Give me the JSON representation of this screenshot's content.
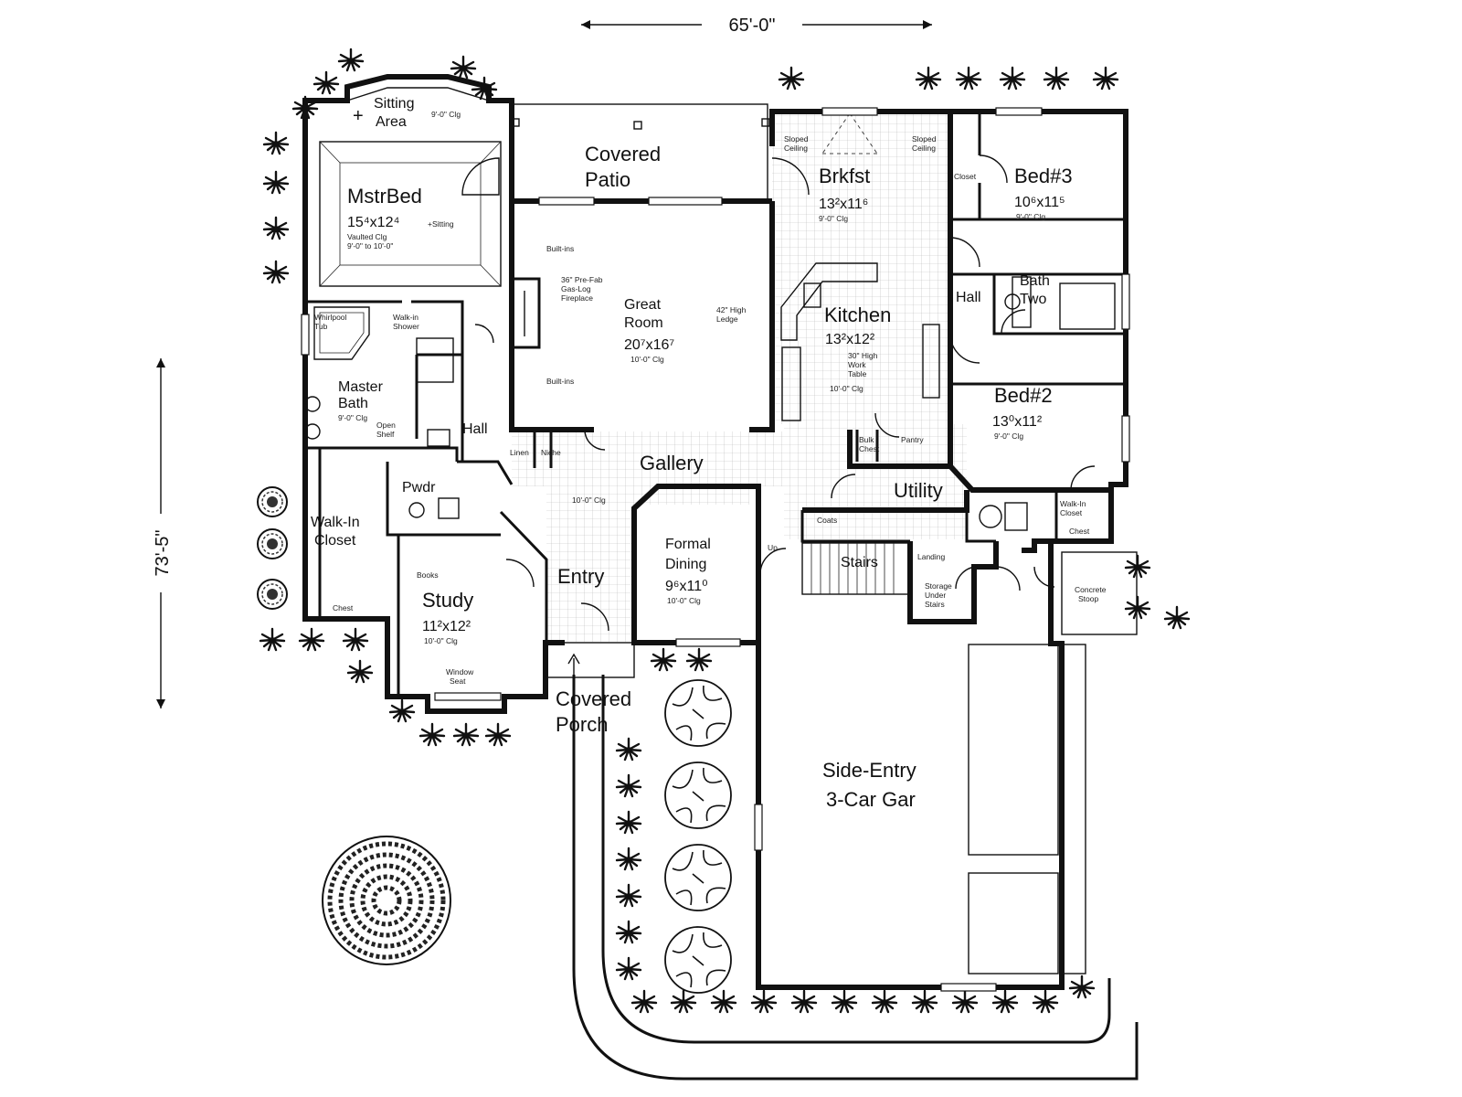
{
  "dimensions": {
    "overall_width": "65'-0\"",
    "overall_depth": "73'-5\""
  },
  "rooms": {
    "sitting_area": {
      "name_line1": "Sitting",
      "name_line2": "Area",
      "ceiling": "9'-0\" Clg"
    },
    "covered_patio": {
      "name_line1": "Covered",
      "name_line2": "Patio"
    },
    "master_bed": {
      "name": "MstrBed",
      "size": "15⁴x12⁴",
      "size_note": "+Sitting",
      "ceiling_line1": "Vaulted Clg",
      "ceiling_line2": "9'-0\" to 10'-0\""
    },
    "brkfst": {
      "name": "Brkfst",
      "size": "13²x11⁶",
      "ceiling": "9'-0\" Clg"
    },
    "bed3": {
      "name": "Bed#3",
      "size": "10⁶x11⁵",
      "ceiling": "9'-0\" Clg"
    },
    "great_room": {
      "name_line1": "Great",
      "name_line2": "Room",
      "size": "20⁷x16⁷",
      "ceiling": "10'-0\" Clg"
    },
    "kitchen": {
      "name": "Kitchen",
      "size": "13²x12²",
      "note_line1": "30\" High",
      "note_line2": "Work",
      "note_line3": "Table",
      "ceiling": "10'-0\" Clg"
    },
    "hall_right": {
      "name": "Hall"
    },
    "bath_two": {
      "name_line1": "Bath",
      "name_line2": "Two"
    },
    "bed2": {
      "name": "Bed#2",
      "size": "13⁰x11²",
      "ceiling": "9'-0\" Clg"
    },
    "master_bath": {
      "name_line1": "Master",
      "name_line2": "Bath",
      "ceiling": "9'-0\" Clg"
    },
    "hall_left": {
      "name": "Hall"
    },
    "gallery": {
      "name": "Gallery",
      "ceiling": "10'-0\" Clg"
    },
    "utility": {
      "name": "Utility"
    },
    "pwdr": {
      "name": "Pwdr"
    },
    "walk_in_closet": {
      "name_line1": "Walk-In",
      "name_line2": "Closet"
    },
    "study": {
      "name": "Study",
      "size": "11²x12²",
      "ceiling": "10'-0\" Clg"
    },
    "entry": {
      "name": "Entry"
    },
    "formal_dining": {
      "name_line1": "Formal",
      "name_line2": "Dining",
      "size": "9⁶x11⁰",
      "ceiling": "10'-0\" Clg"
    },
    "stairs": {
      "name": "Stairs"
    },
    "covered_porch": {
      "name_line1": "Covered",
      "name_line2": "Porch"
    },
    "garage": {
      "name_line1": "Side-Entry",
      "name_line2": "3-Car Gar"
    }
  },
  "notes": {
    "built_ins_top": "Built-ins",
    "built_ins_bottom": "Built-ins",
    "fireplace_line1": "36\" Pre-Fab",
    "fireplace_line2": "Gas-Log",
    "fireplace_line3": "Fireplace",
    "ledge_line1": "42\" High",
    "ledge_line2": "Ledge",
    "sloped_left_line1": "Sloped",
    "sloped_left_line2": "Ceiling",
    "sloped_right_line1": "Sloped",
    "sloped_right_line2": "Ceiling",
    "closet": "Closet",
    "whirlpool_line1": "Whirlpool",
    "whirlpool_line2": "Tub",
    "walk_in_shower_line1": "Walk-in",
    "walk_in_shower_line2": "Shower",
    "open_shelf_line1": "Open",
    "open_shelf_line2": "Shelf",
    "linen": "Linen",
    "niche": "Niche",
    "bulk_chest_line1": "Bulk",
    "bulk_chest_line2": "Chest",
    "pantry": "Pantry",
    "coats": "Coats",
    "up": "Up",
    "landing": "Landing",
    "storage_line1": "Storage",
    "storage_line2": "Under",
    "storage_line3": "Stairs",
    "walk_in_closet_small_line1": "Walk-In",
    "walk_in_closet_small_line2": "Closet",
    "chest_right": "Chest",
    "chest_left": "Chest",
    "books": "Books",
    "window_seat_line1": "Window",
    "window_seat_line2": "Seat",
    "concrete_stoop_line1": "Concrete",
    "concrete_stoop_line2": "Stoop"
  }
}
